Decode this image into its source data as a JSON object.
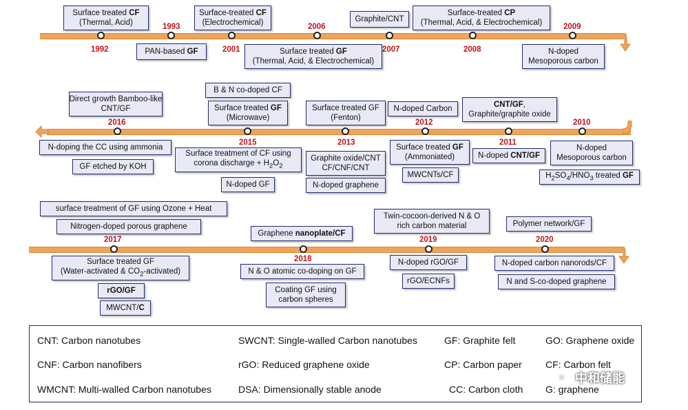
{
  "rows": [
    {
      "boxes": [
        {
          "lines": [
            "Surface treated **CF**",
            "(Thermal, Acid)"
          ]
        },
        {
          "lines": [
            "PAN-based **GF**"
          ]
        },
        {
          "lines": [
            "Surface-treated **CF**",
            "(Electrochemical)"
          ]
        },
        {
          "lines": [
            "Surface treated **GF**",
            "(Thermal, Acid, & Electrochemical)"
          ]
        },
        {
          "lines": [
            "Graphite/CNT"
          ]
        },
        {
          "lines": [
            "Surface-treated **CP**",
            "(Thermal, Acid, & Electrochemical)"
          ]
        },
        {
          "lines": [
            "N-doped",
            "Mesoporous carbon"
          ]
        }
      ],
      "years": [
        "1992",
        "1993",
        "2001",
        "2006",
        "2007",
        "2008",
        "2009"
      ]
    },
    {
      "boxes": [
        {
          "lines": [
            "Direct growth Bamboo-like",
            "CNT/GF"
          ]
        },
        {
          "lines": [
            "N-doping the CC using ammonia"
          ]
        },
        {
          "lines": [
            "GF etched by KOH"
          ]
        },
        {
          "lines": [
            "B & N co-doped CF"
          ]
        },
        {
          "lines": [
            "Surface treated **GF**",
            "(Microwave)"
          ]
        },
        {
          "lines": [
            "Surface treatment of CF using",
            "corona discharge + H<sub>2</sub>O<sub>2</sub>"
          ]
        },
        {
          "lines": [
            "N-doped GF"
          ]
        },
        {
          "lines": [
            "Surface treated GF",
            "(Fenton)"
          ]
        },
        {
          "lines": [
            "Graphite oxide/CNT",
            "CF/CNF/CNT"
          ]
        },
        {
          "lines": [
            "N-doped graphene"
          ]
        },
        {
          "lines": [
            "N-doped Carbon"
          ]
        },
        {
          "lines": [
            "Surface treated **GF**",
            "(Ammoniated)"
          ]
        },
        {
          "lines": [
            "MWCNTs/CF"
          ]
        },
        {
          "lines": [
            "**CNT/GF**,",
            "Graphite/graphite oxide"
          ]
        },
        {
          "lines": [
            "N-doped **CNT/GF**"
          ]
        },
        {
          "lines": [
            "N-doped",
            "Mesoporous carbon"
          ]
        },
        {
          "lines": [
            "H<sub>2</sub>SO<sub>4</sub>/HNO<sub>3</sub> treated **GF**"
          ]
        }
      ],
      "years": [
        "2016",
        "2015",
        "2013",
        "2012",
        "2011",
        "2010"
      ]
    },
    {
      "boxes": [
        {
          "lines": [
            "surface treatment of GF using Ozone + Heat"
          ]
        },
        {
          "lines": [
            "Nitrogen-doped porous graphene"
          ]
        },
        {
          "lines": [
            "Surface treated GF",
            "(Water-activated & CO<sub>2</sub>-activated)"
          ]
        },
        {
          "lines": [
            "**rGO/GF**"
          ]
        },
        {
          "lines": [
            "MWCNT/**C**"
          ]
        },
        {
          "lines": [
            "Graphene **nanoplate/CF**"
          ]
        },
        {
          "lines": [
            "N & O atomic co-doping on GF"
          ]
        },
        {
          "lines": [
            "Coating GF using",
            "carbon spheres"
          ]
        },
        {
          "lines": [
            "Twin-cocoon-derived N & O",
            "rich carbon material"
          ]
        },
        {
          "lines": [
            "N-doped rGO/GF"
          ]
        },
        {
          "lines": [
            "rGO/ECNFs"
          ]
        },
        {
          "lines": [
            "Polymer network/GF"
          ]
        },
        {
          "lines": [
            "N-doped carbon nanorods/CF"
          ]
        },
        {
          "lines": [
            "N and S-co-doped graphene"
          ]
        }
      ],
      "years": [
        "2017",
        "2018",
        "2019",
        "2020"
      ]
    }
  ],
  "legend": [
    "CNT: Carbon nanotubes",
    "SWCNT: Single-walled Carbon nanotubes",
    "GF: Graphite felt",
    "GO: Graphene oxide",
    "CNF: Carbon nanofibers",
    "rGO: Reduced graphene oxide",
    "CP: Carbon paper",
    "CF: Carbon felt",
    "WMCNT: Multi-walled Carbon nanotubes",
    "DSA: Dimensionally stable anode",
    "CC: Carbon cloth",
    "G: graphene"
  ],
  "watermark": "中和储能",
  "colors": {
    "line": "#f0a35b",
    "box_fill": "#e8e9f5",
    "box_border": "#1f2a6e",
    "year": "#c0141a"
  }
}
